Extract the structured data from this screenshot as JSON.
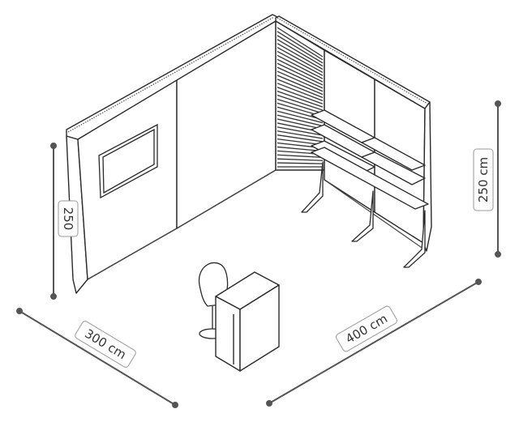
{
  "dimensions": {
    "depth": "300 cm",
    "width": "400 cm",
    "height_right": "250 cm",
    "height_left": "250"
  },
  "colors": {
    "line": "#2a2a2a",
    "dimension_line": "#555555",
    "slat": "#333333",
    "floor_edge": "#444444"
  }
}
